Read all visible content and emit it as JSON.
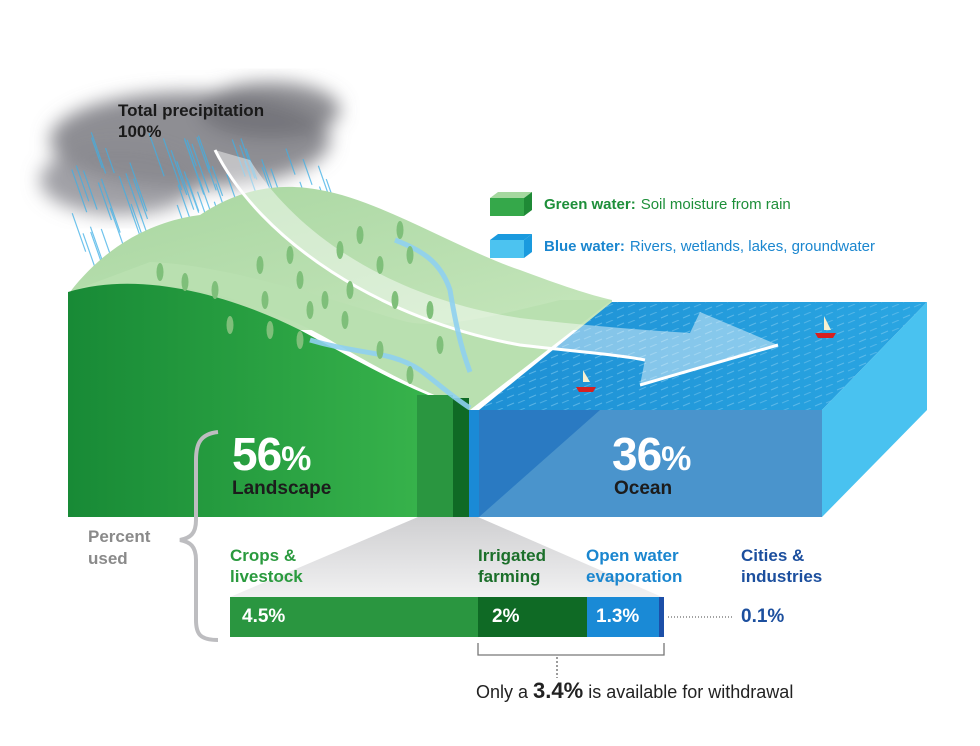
{
  "title": {
    "line1": "Total precipitation",
    "line2": "100%"
  },
  "legend": [
    {
      "key": "Green water:",
      "desc": "Soil moisture from rain",
      "color": "#2fa84a"
    },
    {
      "key": "Blue water:",
      "desc": "Rivers, wetlands, lakes, groundwater",
      "color": "#4cc3f0"
    }
  ],
  "regions": {
    "landscape": {
      "value": "56",
      "symbol": "%",
      "label": "Landscape",
      "color": "#2aa043"
    },
    "ocean": {
      "value": "36",
      "symbol": "%",
      "label": "Ocean",
      "color": "#4a94cc"
    }
  },
  "percent_used_label": "Percent\nused",
  "breakdown": {
    "categories": [
      {
        "label_line1": "Crops &",
        "label_line2": "livestock",
        "value": "4.5%",
        "pct": 4.5,
        "color": "#2a9640"
      },
      {
        "label_line1": "Irrigated",
        "label_line2": "farming",
        "value": "2%",
        "pct": 2,
        "color": "#0f6a25"
      },
      {
        "label_line1": "Open water",
        "label_line2": "evaporation",
        "value": "1.3%",
        "pct": 1.3,
        "color": "#1a8ad6"
      },
      {
        "label_line1": "Cities &",
        "label_line2": "industries",
        "value": "0.1%",
        "pct": 0.1,
        "color": "#1c4fa8"
      }
    ]
  },
  "availability": {
    "prefix": "Only a",
    "value": "3.4%",
    "suffix": "is available for withdrawal"
  },
  "chart_data": {
    "type": "bar",
    "title": "Total precipitation 100%",
    "categories": [
      "Landscape",
      "Ocean",
      "Crops & livestock",
      "Irrigated farming",
      "Open water evaporation",
      "Cities & industries"
    ],
    "values": [
      56,
      36,
      4.5,
      2,
      1.3,
      0.1
    ],
    "unit": "%",
    "note": "Only a 3.4% is available for withdrawal"
  }
}
